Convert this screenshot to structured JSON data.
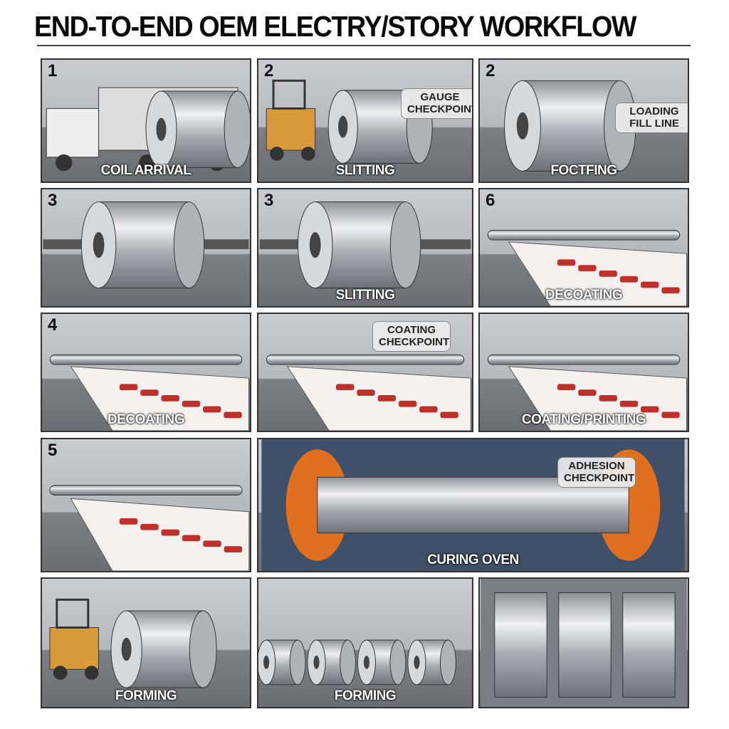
{
  "title": "END-TO-END OEM ELECTRY/STORY WORKFLOW",
  "panels": [
    {
      "number": "1",
      "label": "COIL ARRIVAL",
      "scene": "truck"
    },
    {
      "number": "2",
      "label": "SLITTING",
      "scene": "forklift-coil",
      "callout": "GAUGE CHECKPOINT"
    },
    {
      "number": "2",
      "label": "FOCTFING",
      "scene": "coil",
      "callout": "LOADING FILL LINE"
    },
    {
      "number": "3",
      "label": "",
      "scene": "coil-axle"
    },
    {
      "number": "3",
      "label": "SLITTING",
      "scene": "coil-axle"
    },
    {
      "number": "6",
      "label": "DECOATING",
      "scene": "web"
    },
    {
      "number": "4",
      "label": "DECOATING",
      "scene": "web"
    },
    {
      "number": "",
      "label": "",
      "scene": "web",
      "callout": "COATING CHECKPOINT"
    },
    {
      "number": "",
      "label": "COATING/PRINTING",
      "scene": "web"
    },
    {
      "number": "5",
      "label": "",
      "scene": "web"
    },
    {
      "number": "",
      "label": "CURING OVEN",
      "scene": "oven",
      "callout": "ADHESION CHECKPOINT"
    },
    {
      "number": "",
      "label": "FORMING",
      "scene": "forklift-coil"
    },
    {
      "number": "",
      "label": "FORMING",
      "scene": "coils-row"
    },
    {
      "number": "",
      "label": "",
      "scene": "press"
    }
  ],
  "colors": {
    "accent": "#e07020",
    "print": "#c0302a",
    "oven": "#3f5068"
  }
}
